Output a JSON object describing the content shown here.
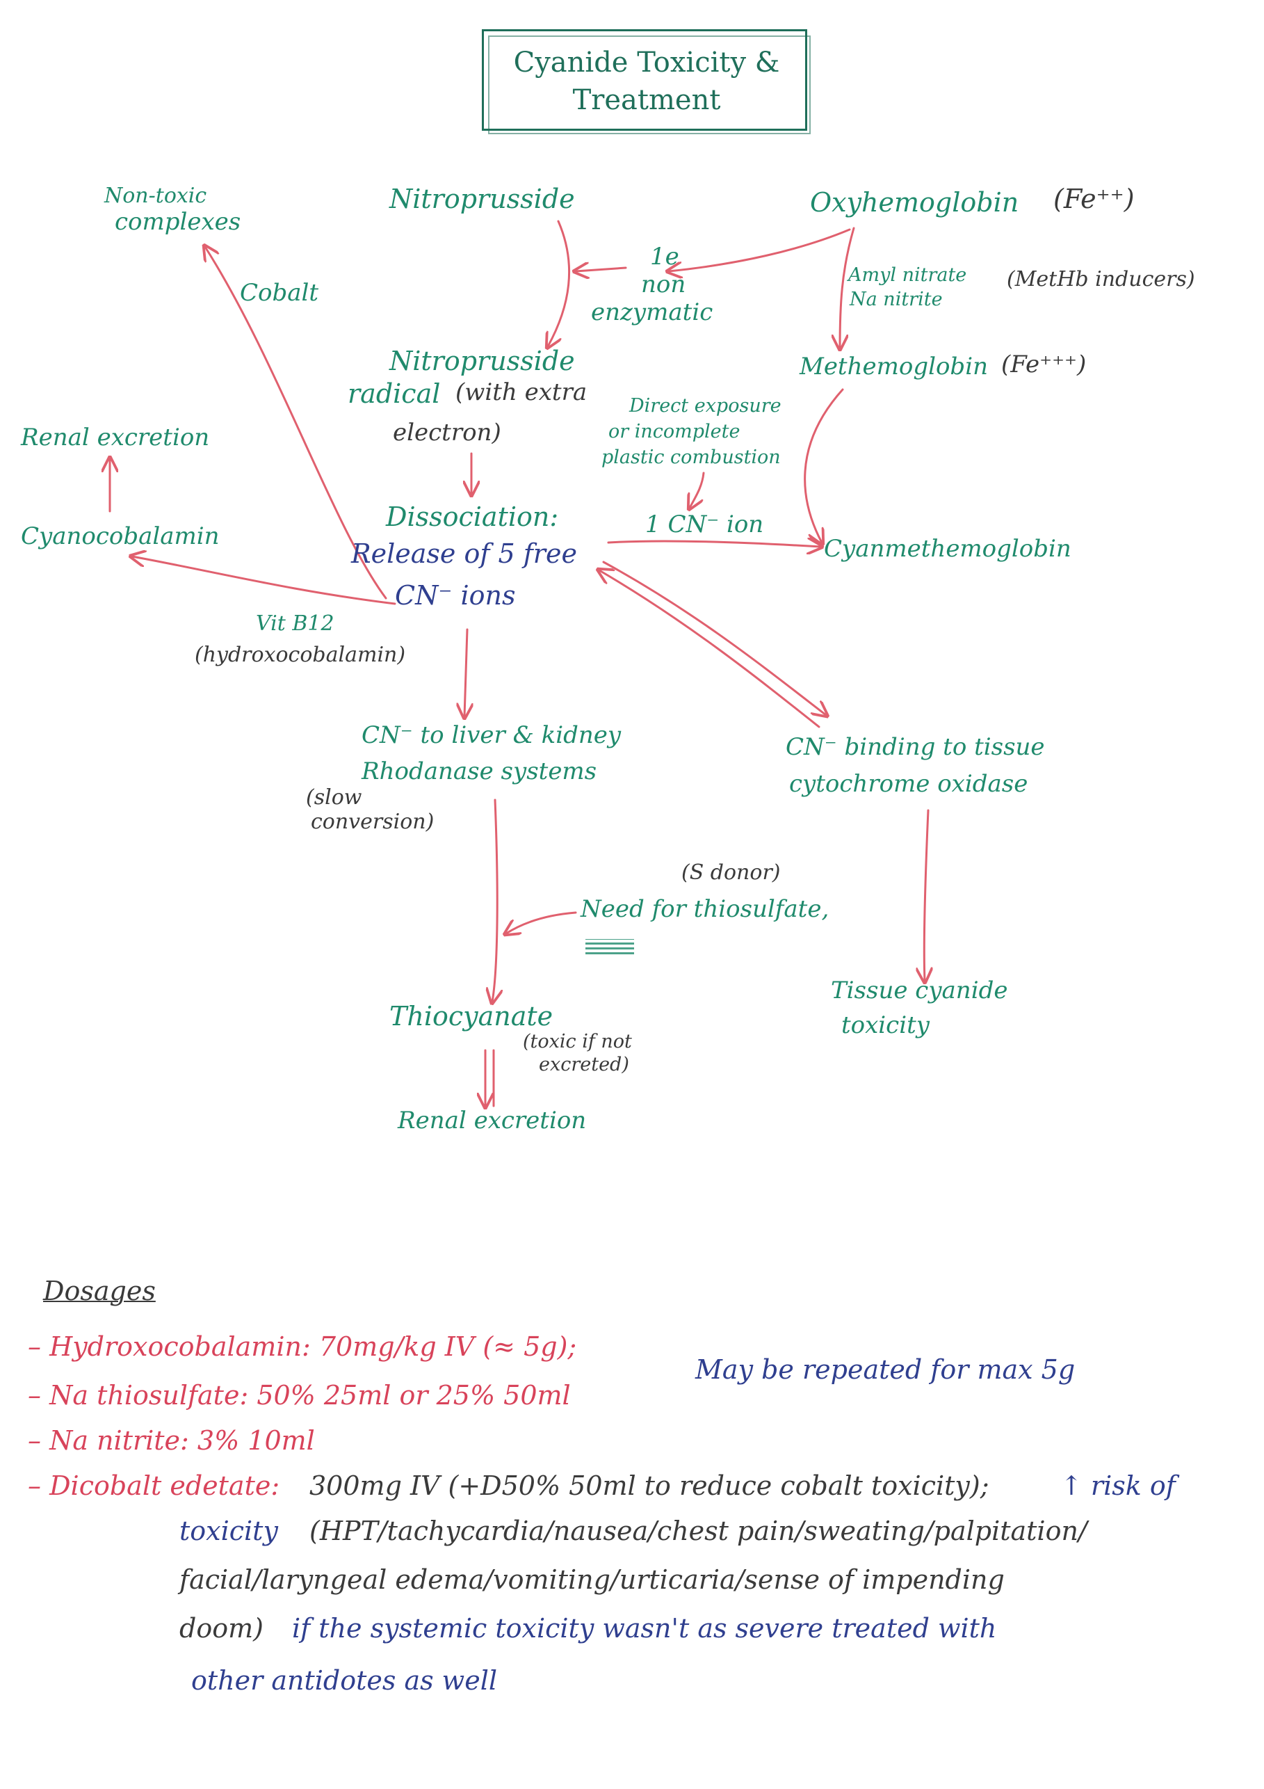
{
  "title": {
    "line1": "Cyanide Toxicity &",
    "line2": "Treatment"
  },
  "nodes": {
    "non_toxic": {
      "line1": "Non-toxic",
      "line2": "complexes"
    },
    "cobalt": "Cobalt",
    "nitroprusside": "Nitroprusside",
    "oxyhemoglobin": "Oxyhemoglobin",
    "oxyhemoglobin_note": "(Fe⁺⁺)",
    "one_e": {
      "line1": "1e",
      "line2": "non",
      "line3": "enzymatic"
    },
    "amyl": {
      "line1": "Amyl nitrate",
      "line2": "Na nitrite"
    },
    "amyl_note": "(MetHb inducers)",
    "nitro_radical": {
      "line1": "Nitroprusside",
      "line2": "radical",
      "line2_note": "(with extra",
      "line3": "electron)"
    },
    "methemoglobin": "Methemoglobin",
    "methemoglobin_note": "(Fe⁺⁺⁺)",
    "direct": {
      "line1": "Direct exposure",
      "line2": "or incomplete",
      "line3": "plastic combustion"
    },
    "renal_top": "Renal excretion",
    "dissociation": {
      "line1": "Dissociation:",
      "line2": "Release of 5 free",
      "line3": "CN⁻ ions"
    },
    "one_cn": "1 CN⁻ ion",
    "cyanmeth": "Cyanmethemoglobin",
    "cyanocobalamin": "Cyanocobalamin",
    "vitb12": {
      "line1": "Vit B12",
      "line2": "(hydroxocobalamin)"
    },
    "liver": {
      "line1": "CN⁻ to liver & kidney",
      "line2": "Rhodanase systems",
      "note1": "(slow",
      "note2": "conversion)"
    },
    "binding": {
      "line1": "CN⁻ binding to tissue",
      "line2": "cytochrome oxidase"
    },
    "s_donor": "(S donor)",
    "thiosulfate": "Need for thiosulfate,",
    "tissue": {
      "line1": "Tissue cyanide",
      "line2": "toxicity"
    },
    "thiocyanate": "Thiocyanate",
    "thiocyanate_note": {
      "line1": "(toxic if not",
      "line2": "excreted)"
    },
    "renal_bottom": "Renal excretion"
  },
  "dosages": {
    "heading": "Dosages",
    "l1_red": "– Hydroxocobalamin: 70mg/kg IV (≈ 5g);",
    "l1_blue": "May be repeated for max 5g",
    "l2": "– Na thiosulfate: 50% 25ml or 25% 50ml",
    "l3": "– Na nitrite: 3% 10ml",
    "l4_red": "– Dicobalt edetate:",
    "l4_dark": "300mg IV (+D50% 50ml to reduce cobalt toxicity);",
    "l4_blue": "↑ risk of",
    "l5_blue": "toxicity",
    "l5_dark": "(HPT/tachycardia/nausea/chest pain/sweating/palpitation/",
    "l6_dark": "facial/laryngeal edema/vomiting/urticaria/sense of impending",
    "l7_dark": "doom)",
    "l7_blue": "if the systemic toxicity wasn't as severe treated with",
    "l8_blue": "other antidotes as well"
  },
  "colors": {
    "green": "#1f8a6c",
    "red_arrow": "#e0606e",
    "blue": "#2f3f8f",
    "dark": "#3a3a3a"
  }
}
